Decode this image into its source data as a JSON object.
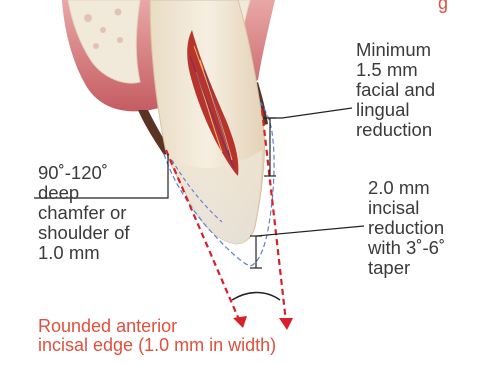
{
  "colors": {
    "label_text": "#3b3b3b",
    "accent_red": "#e1503c",
    "arrow_red": "#d91f2a",
    "prep_outline_blue": "#5a7fd6",
    "gum_pink": "#cf6f73",
    "bone": "#eee6d4",
    "dentin": "#ead9bd",
    "pulp_red": "#b7342d"
  },
  "labels": {
    "minimum_reduction": "Minimum\n1.5 mm\nfacial and\nlingual\nreduction",
    "chamfer": "90˚-120˚\ndeep\nchamfer or\nshoulder of\n1.0 mm",
    "incisal_reduction": "2.0 mm\nincisal\nreduction\nwith 3˚-6˚\ntaper",
    "rounded_edge": "Rounded anterior\nincisal edge (1.0 mm in width)",
    "top_fragment": "g"
  }
}
